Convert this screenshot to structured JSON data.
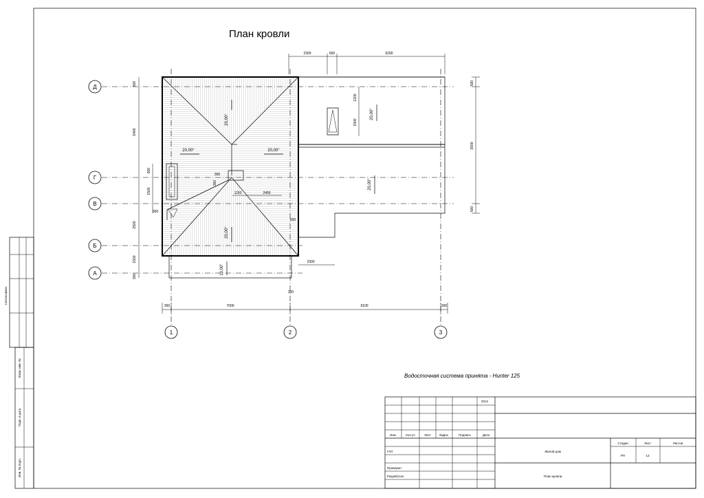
{
  "title": "План кровли",
  "note": "Водосточная система принята - Hunter 125",
  "axes_rows": [
    "Д",
    "Г",
    "В",
    "Б",
    "А"
  ],
  "axes_cols": [
    "1",
    "2",
    "3"
  ],
  "slopes": {
    "s1": "20,00°",
    "s2": "20,00°",
    "s3": "20,00°",
    "s4": "20,00°",
    "s5": "20,00°",
    "s6": "20,00°",
    "s7": "10,00°"
  },
  "dims": {
    "top_a": "2300",
    "top_b": "600",
    "top_c": "6200",
    "bot_a": "300",
    "bot_b": "7000",
    "bot_c": "9100",
    "bot_d": "300",
    "bot_e": "300",
    "left_a": "500",
    "left_b": "5400",
    "left_c": "800",
    "left_d": "1500",
    "left_e": "2500",
    "left_f": "1500",
    "left_g": "300",
    "left_h": "300",
    "right_a": "500",
    "right_b": "3000",
    "right_c": "500",
    "in_a": "1200",
    "in_b": "1500",
    "in_c": "300",
    "in_d": "1150",
    "in_e": "2450",
    "in_f": "2300",
    "in_g": "600",
    "in_h": "300"
  },
  "stamp": {
    "year": "2012",
    "col_izm": "Изм.",
    "col_kol": "Кол.уч",
    "col_list": "Лист",
    "col_doc": "№Док.",
    "col_podp": "Подпись",
    "col_data": "Дата",
    "gip": "ГАП",
    "proveril": "Проверил",
    "razrabotal": "Разработал",
    "object": "Жилой дом",
    "sheet_title": "План кровли",
    "h_stadia": "Стадия",
    "h_list": "Лист",
    "h_listov": "Листов",
    "stadia": "РП",
    "list_no": "13"
  },
  "side_stamp": {
    "soglasovano": "Согласовано",
    "vzam": "Взам. инв. №",
    "podp": "Подп. и дата",
    "inv": "Инв. № подл."
  }
}
